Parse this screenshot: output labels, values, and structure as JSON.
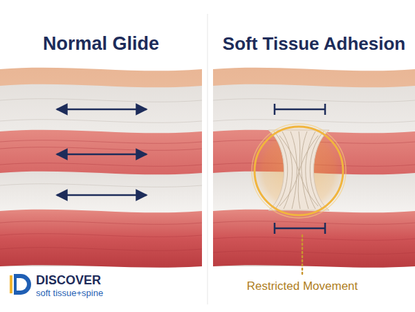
{
  "diagram": {
    "labels": [
      "Normal Glide",
      "Soft Tissue Adhesion",
      "Restricted Movement",
      "DISCOVER",
      "soft tissue+spine"
    ]
  }
}
